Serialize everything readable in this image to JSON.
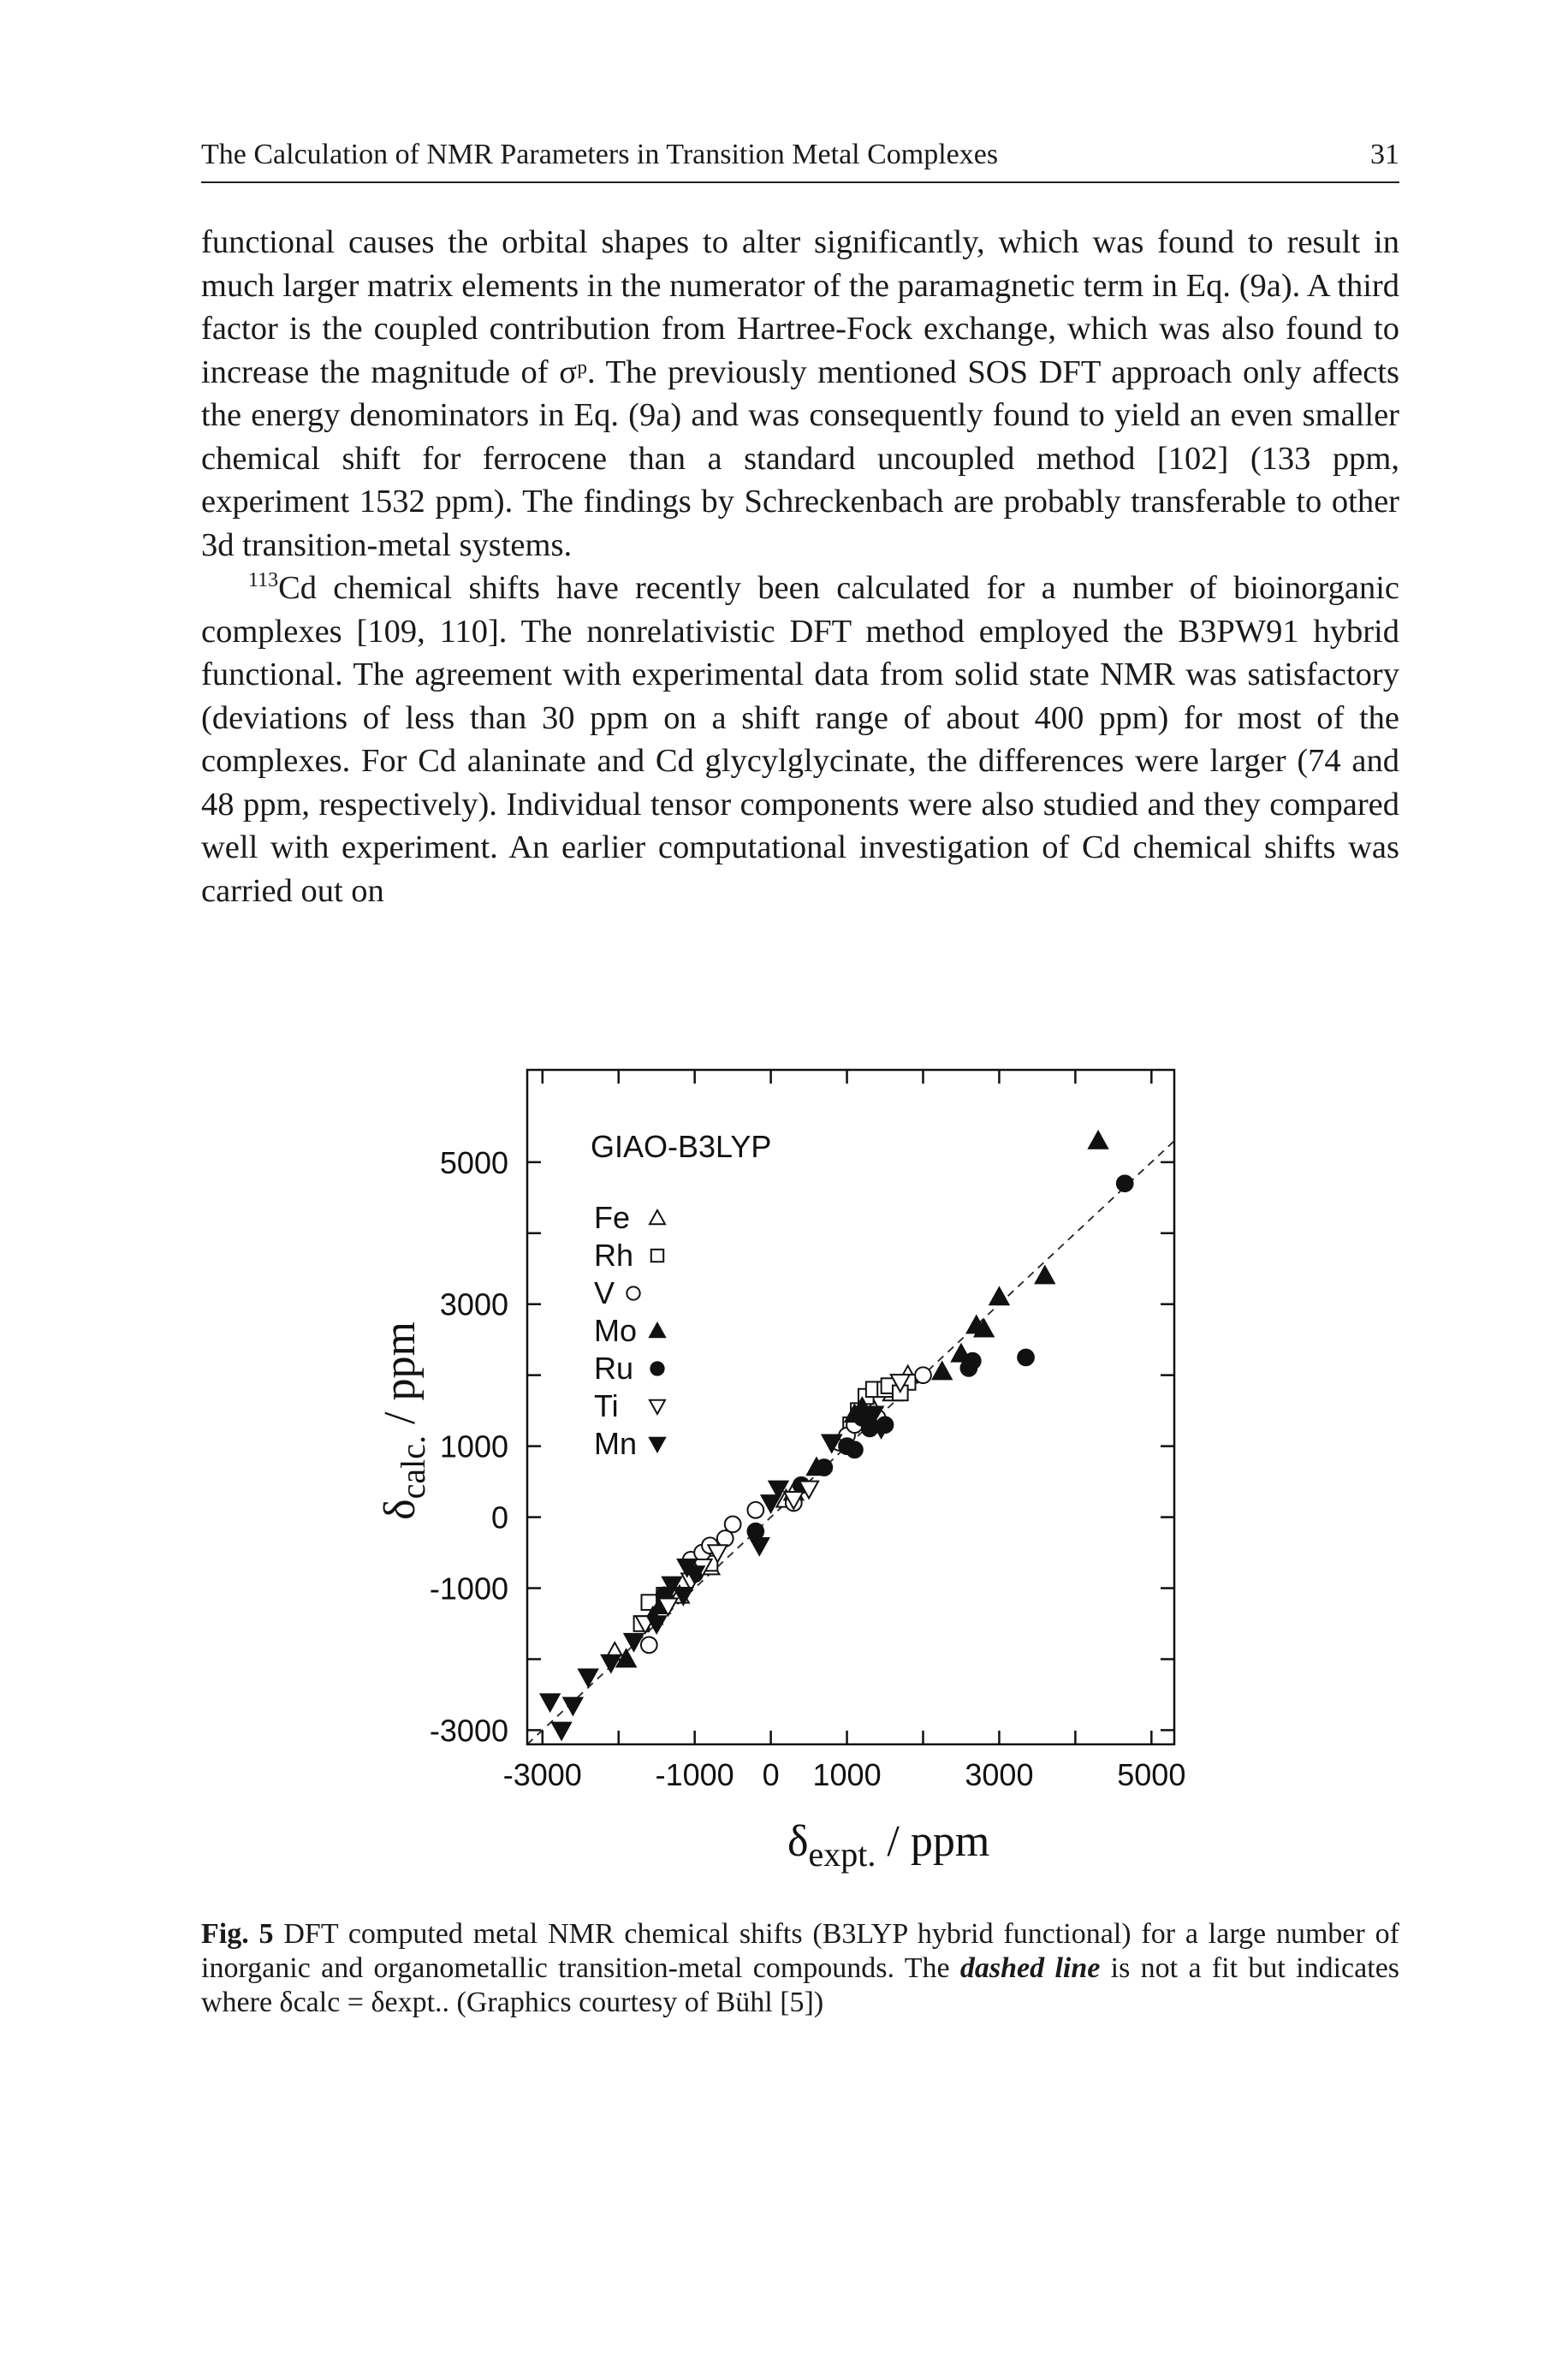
{
  "header": {
    "title": "The Calculation of NMR Parameters in Transition Metal Complexes",
    "page_number": "31"
  },
  "paragraphs": [
    "functional causes the orbital shapes to alter significantly, which was found to result in much larger matrix elements in the numerator of the paramagnetic term in Eq. (9a). A third factor is the coupled contribution from Hartree-Fock exchange, which was also found to increase the magnitude of σᵖ. The previously mentioned SOS DFT approach only affects the energy denominators in Eq. (9a) and was consequently found to yield an even smaller chemical shift for ferrocene than a standard uncoupled method [102] (133 ppm, experiment 1532 ppm). The findings by Schreckenbach are probably transferable to other 3d transition-metal systems.",
    "Cd chemical shifts have recently been calculated for a number of bioinorganic complexes [109, 110]. The nonrelativistic DFT method employed the B3PW91 hybrid functional. The agreement with experimental data from solid state NMR was satisfactory (deviations of less than 30 ppm on a shift range of about 400 ppm) for most of the complexes. For Cd alaninate and Cd glycylglycinate, the differences were larger (74 and 48 ppm, respectively). Individual tensor components were also studied and they compared well with experiment. An earlier computational investigation of Cd chemical shifts was carried out on"
  ],
  "paragraph2_superscript": "113",
  "caption": {
    "label": "Fig. 5",
    "text_before": " DFT computed metal NMR chemical shifts (B3LYP hybrid functional) for a large number of inorganic and organometallic transition-metal compounds. The ",
    "emphasis": "dashed line",
    "text_after": " is not a fit but indicates where δcalc = δexpt.. (Graphics courtesy of Bühl [5])"
  },
  "chart_data": {
    "type": "scatter",
    "title": "GIAO-B3LYP",
    "xlabel": "δexpt. / ppm",
    "ylabel": "δcalc. / ppm",
    "xlim": [
      -3200,
      5300
    ],
    "ylim": [
      -3200,
      6300
    ],
    "x_ticks": [
      "-3000",
      "-1000",
      "0",
      "1000",
      "3000",
      "5000"
    ],
    "x_tick_values": [
      -3000,
      -1000,
      0,
      1000,
      3000,
      5000
    ],
    "y_ticks": [
      "5000",
      "3000",
      "1000",
      "0",
      "-1000",
      "-3000"
    ],
    "y_tick_values": [
      5000,
      3000,
      1000,
      0,
      -1000,
      -3000
    ],
    "reference_line": "δcalc = δexpt.",
    "legend": [
      {
        "name": "Fe",
        "marker": "triangle-up-open"
      },
      {
        "name": "Rh",
        "marker": "square-open"
      },
      {
        "name": "V",
        "marker": "circle-open"
      },
      {
        "name": "Mo",
        "marker": "triangle-up-filled"
      },
      {
        "name": "Ru",
        "marker": "circle-filled"
      },
      {
        "name": "Ti",
        "marker": "triangle-down-open"
      },
      {
        "name": "Mn",
        "marker": "triangle-down-filled"
      }
    ],
    "series": [
      {
        "name": "Fe",
        "points": [
          [
            1100,
            1350
          ],
          [
            1200,
            1450
          ],
          [
            1350,
            1520
          ],
          [
            1600,
            1750
          ],
          [
            1800,
            2000
          ],
          [
            200,
            250
          ],
          [
            300,
            350
          ],
          [
            -800,
            -700
          ],
          [
            -1200,
            -1100
          ],
          [
            -1900,
            -2000
          ],
          [
            -2050,
            -1900
          ]
        ]
      },
      {
        "name": "Rh",
        "points": [
          [
            1050,
            1300
          ],
          [
            1150,
            1500
          ],
          [
            1250,
            1700
          ],
          [
            1350,
            1800
          ],
          [
            1500,
            1800
          ],
          [
            1550,
            1850
          ],
          [
            1800,
            1900
          ],
          [
            -800,
            -650
          ],
          [
            -1400,
            -1100
          ],
          [
            -1700,
            -1500
          ],
          [
            -1600,
            -1200
          ],
          [
            1700,
            1750
          ]
        ]
      },
      {
        "name": "V",
        "points": [
          [
            -1000,
            -700
          ],
          [
            -1050,
            -600
          ],
          [
            -900,
            -500
          ],
          [
            -800,
            -400
          ],
          [
            -600,
            -300
          ],
          [
            -500,
            -100
          ],
          [
            -200,
            100
          ],
          [
            300,
            200
          ],
          [
            900,
            1050
          ],
          [
            1000,
            1150
          ],
          [
            1100,
            1300
          ],
          [
            -1600,
            -1800
          ],
          [
            2000,
            2000
          ],
          [
            1400,
            1400
          ]
        ]
      },
      {
        "name": "Mo",
        "points": [
          [
            4300,
            5300
          ],
          [
            3600,
            3400
          ],
          [
            3000,
            3100
          ],
          [
            2500,
            2300
          ],
          [
            2250,
            2050
          ],
          [
            2700,
            2700
          ],
          [
            2800,
            2650
          ],
          [
            -1450,
            -1250
          ],
          [
            -1550,
            -1400
          ],
          [
            -1900,
            -2000
          ],
          [
            600,
            700
          ],
          [
            1200,
            1550
          ],
          [
            1100,
            1450
          ]
        ]
      },
      {
        "name": "Ru",
        "points": [
          [
            4650,
            4700
          ],
          [
            3350,
            2250
          ],
          [
            2600,
            2100
          ],
          [
            2650,
            2200
          ],
          [
            1500,
            1300
          ],
          [
            1300,
            1250
          ],
          [
            1100,
            950
          ],
          [
            1200,
            1400
          ],
          [
            1000,
            1000
          ],
          [
            400,
            450
          ],
          [
            700,
            700
          ],
          [
            -200,
            -200
          ],
          [
            -1400,
            -1100
          ],
          [
            -1000,
            -800
          ]
        ]
      },
      {
        "name": "Ti",
        "points": [
          [
            800,
            1050
          ],
          [
            500,
            400
          ],
          [
            300,
            250
          ],
          [
            -700,
            -500
          ],
          [
            -900,
            -700
          ],
          [
            -1050,
            -900
          ],
          [
            -1350,
            -1250
          ],
          [
            -1650,
            -1500
          ],
          [
            1700,
            1900
          ]
        ]
      },
      {
        "name": "Mn",
        "points": [
          [
            -2900,
            -2600
          ],
          [
            -2750,
            -3000
          ],
          [
            -2400,
            -2250
          ],
          [
            -2100,
            -2050
          ],
          [
            -1800,
            -1750
          ],
          [
            -1500,
            -1500
          ],
          [
            -1150,
            -1100
          ],
          [
            -1000,
            -800
          ],
          [
            -1100,
            -700
          ],
          [
            -1300,
            -950
          ],
          [
            100,
            400
          ],
          [
            0,
            200
          ],
          [
            800,
            1050
          ],
          [
            1350,
            1450
          ],
          [
            1450,
            1250
          ],
          [
            -150,
            -400
          ],
          [
            -2600,
            -2650
          ]
        ]
      }
    ]
  }
}
